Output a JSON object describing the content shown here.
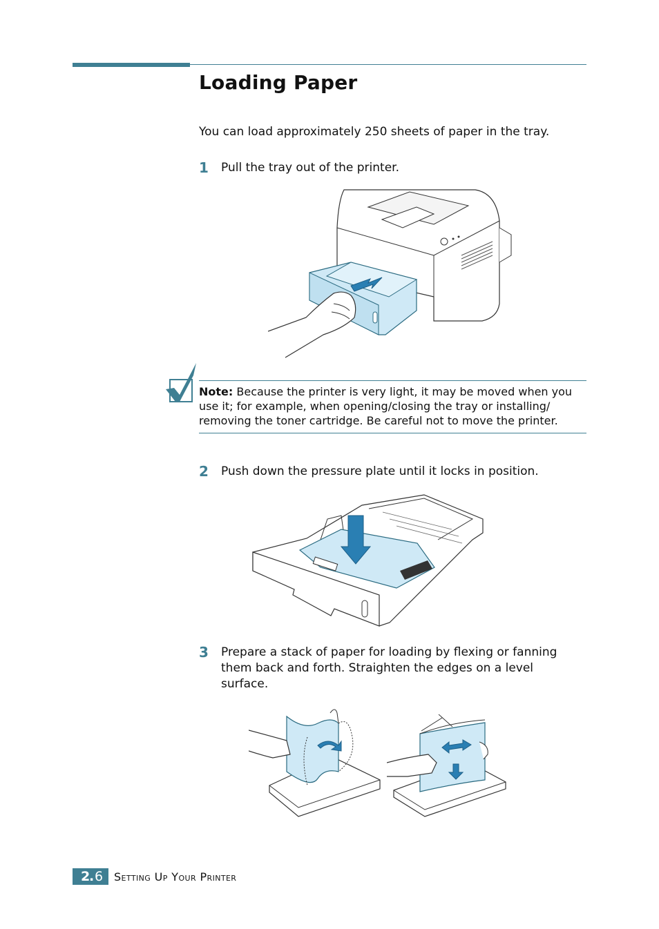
{
  "page": {
    "title": "Loading Paper",
    "intro": "You can load approximately 250 sheets of paper in the tray."
  },
  "steps": [
    {
      "number": "1",
      "text": "Pull the tray out of the printer."
    },
    {
      "number": "2",
      "text": "Push down the pressure plate until it locks in position."
    },
    {
      "number": "3",
      "text_lines": [
        "Prepare a stack of paper for loading by flexing or fanning",
        "them back and forth. Straighten the edges on a level",
        "surface."
      ]
    }
  ],
  "note": {
    "label": "Note:",
    "lines": [
      " Because the printer is very light, it may be moved when you",
      "use it; for example, when opening/closing the tray or installing/",
      "removing the toner cartridge. Be careful not to move the printer."
    ]
  },
  "footer": {
    "chapter": "2",
    "dot": ".",
    "page": "6",
    "section_title": "Setting Up Your Printer"
  },
  "colors": {
    "accent": "#3f7f93",
    "illustration_fill": "#cfe9f6",
    "arrow": "#2a7fb3"
  },
  "icons": {
    "note": "checkmark-note-icon",
    "pull_arrow": "arrow-icon",
    "push_arrow": "arrow-down-icon",
    "flex_arrow": "curved-arrow-icon",
    "fan_arrow": "double-arrow-icon"
  }
}
